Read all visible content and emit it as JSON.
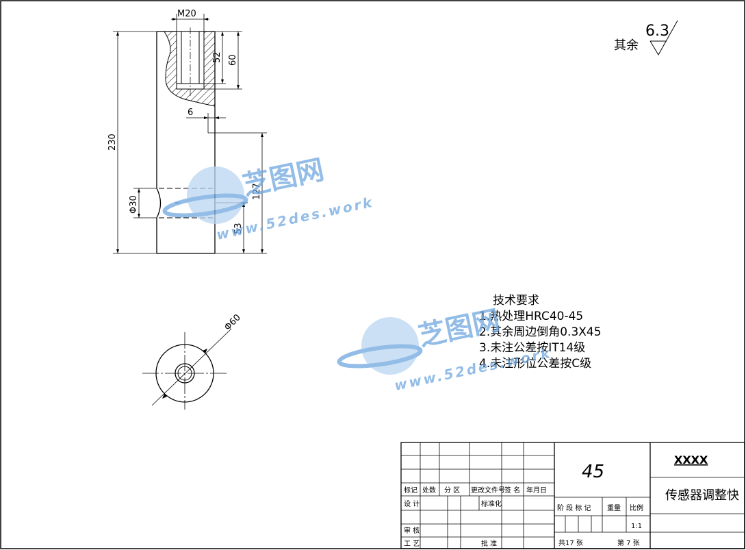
{
  "dimensions": {
    "thread": "M20",
    "d52": "52",
    "d60": "60",
    "d230": "230",
    "d6": "6",
    "d127": "127",
    "phi30": "Φ30",
    "d53": "53",
    "phi60": "Φ60"
  },
  "roughness": {
    "label": "其余",
    "value": "6.3"
  },
  "tech_requirements": {
    "title": "技术要求",
    "items": [
      "1.热处理HRC40-45",
      "2.其余周边倒角0.3X45",
      "3.未注公差按IT14级",
      "4.未注形位公差按C级"
    ]
  },
  "watermark": {
    "brand": "芝图网",
    "url": "www.52des.work"
  },
  "title_block": {
    "material": "45",
    "company": "XXXX",
    "part_name": "传感器调整快",
    "row_headers": [
      "标记",
      "处数",
      "分 区",
      "更改文件号",
      "签 名",
      "年月日"
    ],
    "designer": "设 计",
    "standardization": "标准化",
    "reviewer": "审 核",
    "process": "工 艺",
    "approve": "批 准",
    "stage_mark": "阶 段 标 记",
    "weight": "重量",
    "scale_label": "比例",
    "scale_value": "1:1",
    "total_sheets": "共17 张",
    "sheet_no": "第 7 张"
  },
  "colors": {
    "line": "#000000",
    "watermark": "#6fa8e0"
  }
}
